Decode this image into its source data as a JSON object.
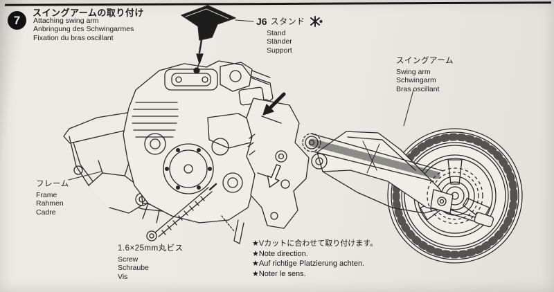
{
  "step": {
    "number": "7",
    "title_ja": "スイングアームの取り付け",
    "title_en": "Attaching swing arm",
    "title_de": "Anbringung des Schwingarmes",
    "title_fr": "Fixation du bras oscillant"
  },
  "parts": {
    "stand": {
      "code": "J6",
      "ja": "スタンド",
      "en": "Stand",
      "de": "Ständer",
      "fr": "Support"
    },
    "swing_arm": {
      "ja": "スイングアーム",
      "en": "Swing arm",
      "de": "Schwingarm",
      "fr": "Bras oscillant"
    },
    "frame": {
      "ja": "フレーム",
      "en": "Frame",
      "de": "Rahmen",
      "fr": "Cadre"
    },
    "screw": {
      "ja": "1.6×25mm丸ビス",
      "en": "Screw",
      "de": "Schraube",
      "fr": "Vis"
    }
  },
  "notes": {
    "ja": "★Vカットに合わせて取り付けます。",
    "en": "★Note direction.",
    "de": "★Auf richtige Platzierung achten.",
    "fr": "★Noter le sens."
  },
  "colors": {
    "ink": "#1d1d1d",
    "paper": "#ebe9e3"
  }
}
